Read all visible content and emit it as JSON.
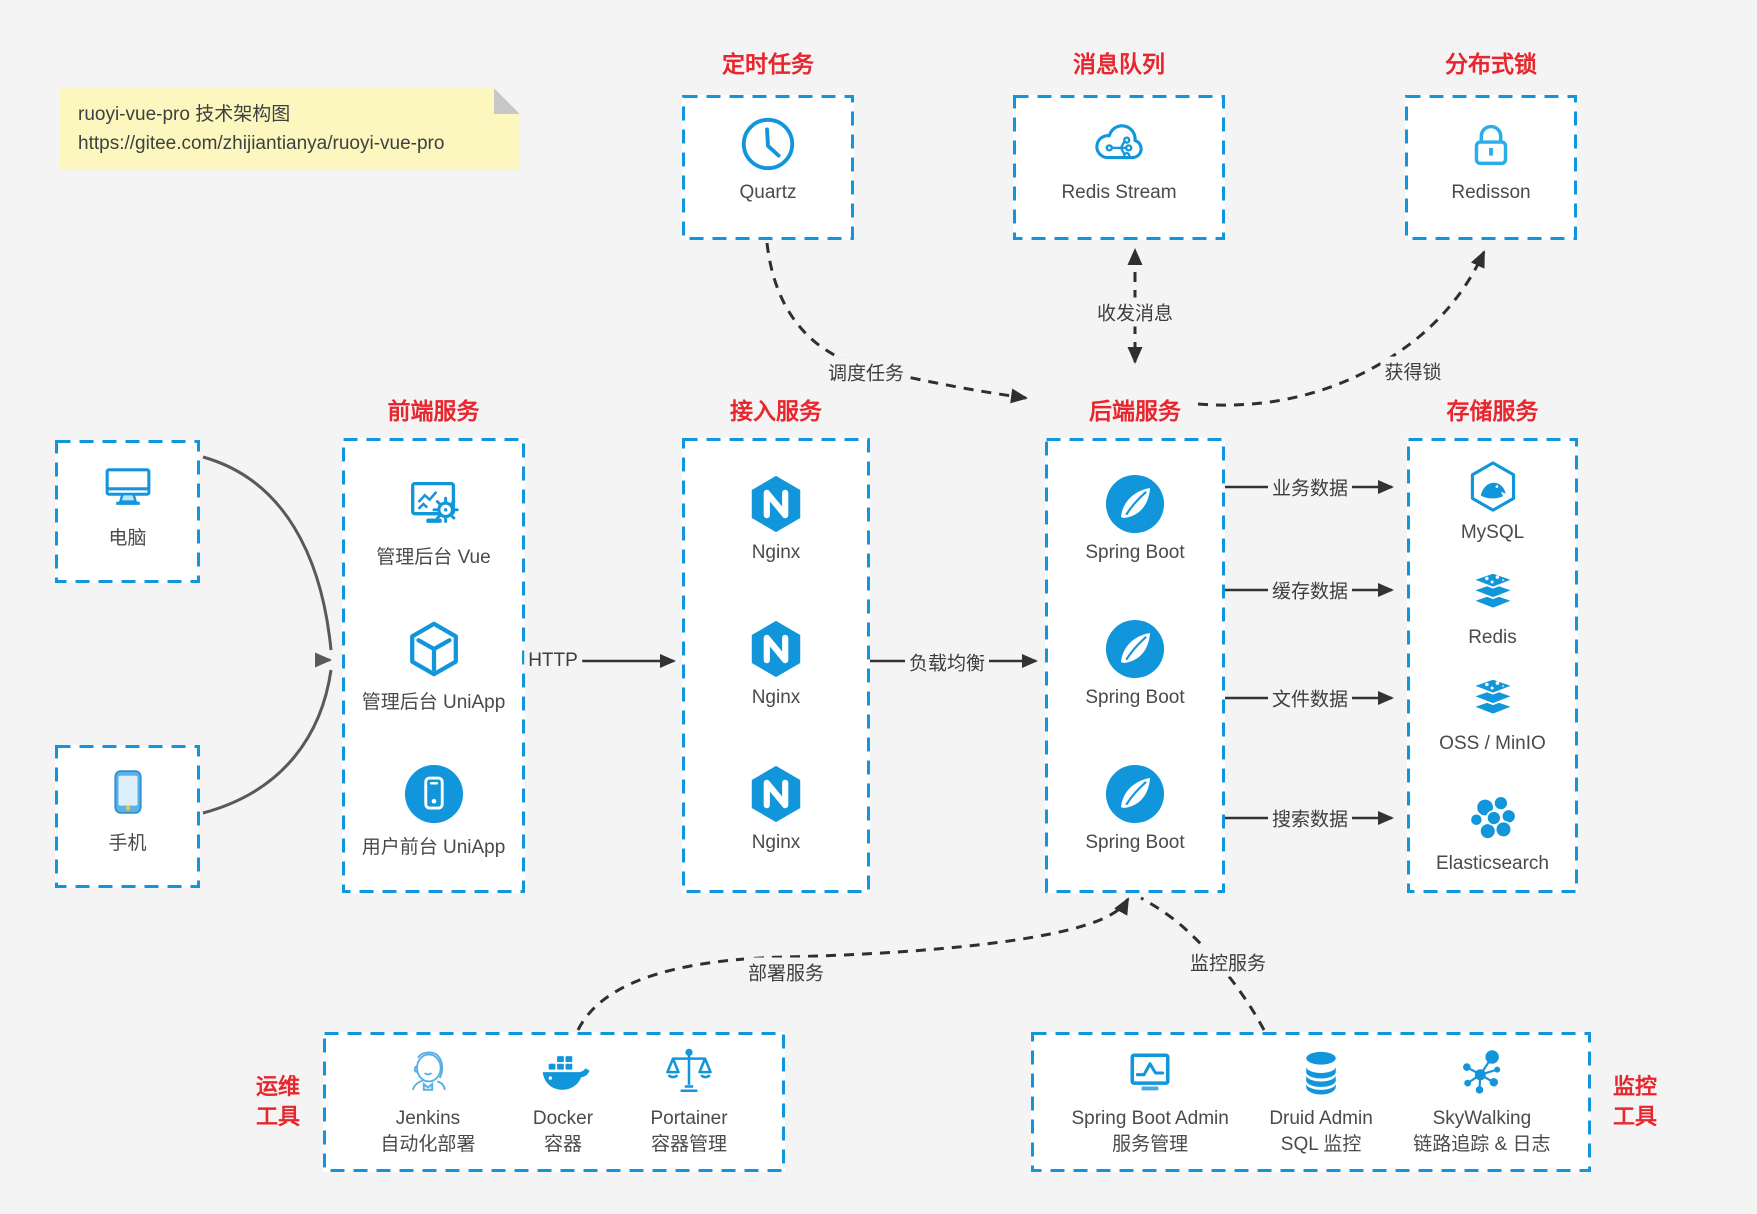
{
  "colors": {
    "background": "#f4f4f4",
    "accent_blue": "#1296db",
    "title_red": "#e8262d",
    "note_yellow": "#fbf7be",
    "arrow_dark": "#333333"
  },
  "note": {
    "line1": "ruoyi-vue-pro 技术架构图",
    "line2": "https://gitee.com/zhijiantianya/ruoyi-vue-pro"
  },
  "top_groups": [
    {
      "title": "定时任务",
      "label": "Quartz",
      "icon": "clock-icon"
    },
    {
      "title": "消息队列",
      "label": "Redis Stream",
      "icon": "cloud-stream-icon"
    },
    {
      "title": "分布式锁",
      "label": "Redisson",
      "icon": "lock-icon"
    }
  ],
  "clients": [
    {
      "label": "电脑",
      "icon": "desktop-icon"
    },
    {
      "label": "手机",
      "icon": "smartphone-icon"
    }
  ],
  "columns": [
    {
      "title": "前端服务",
      "items": [
        {
          "label": "管理后台 Vue",
          "icon": "admin-vue-icon"
        },
        {
          "label": "管理后台 UniApp",
          "icon": "uniapp-cube-icon"
        },
        {
          "label": "用户前台 UniApp",
          "icon": "user-app-icon"
        }
      ]
    },
    {
      "title": "接入服务",
      "items": [
        {
          "label": "Nginx",
          "icon": "nginx-icon"
        },
        {
          "label": "Nginx",
          "icon": "nginx-icon"
        },
        {
          "label": "Nginx",
          "icon": "nginx-icon"
        }
      ]
    },
    {
      "title": "后端服务",
      "items": [
        {
          "label": "Spring Boot",
          "icon": "spring-boot-icon"
        },
        {
          "label": "Spring Boot",
          "icon": "spring-boot-icon"
        },
        {
          "label": "Spring Boot",
          "icon": "spring-boot-icon"
        }
      ]
    },
    {
      "title": "存储服务",
      "items": [
        {
          "label": "MySQL",
          "icon": "mysql-icon"
        },
        {
          "label": "Redis",
          "icon": "redis-stack-icon"
        },
        {
          "label": "OSS / MinIO",
          "icon": "storage-stack-icon"
        },
        {
          "label": "Elasticsearch",
          "icon": "elasticsearch-icon"
        }
      ]
    }
  ],
  "bottom_groups": [
    {
      "side_label_line1": "运维",
      "side_label_line2": "工具",
      "items": [
        {
          "name": "Jenkins",
          "desc": "自动化部署",
          "icon": "jenkins-icon"
        },
        {
          "name": "Docker",
          "desc": "容器",
          "icon": "docker-icon"
        },
        {
          "name": "Portainer",
          "desc": "容器管理",
          "icon": "portainer-icon"
        }
      ]
    },
    {
      "side_label_line1": "监控",
      "side_label_line2": "工具",
      "items": [
        {
          "name": "Spring Boot Admin",
          "desc": "服务管理",
          "icon": "monitor-chart-icon"
        },
        {
          "name": "Druid Admin",
          "desc": "SQL 监控",
          "icon": "database-icon"
        },
        {
          "name": "SkyWalking",
          "desc": "链路追踪 & 日志",
          "icon": "topology-icon"
        }
      ]
    }
  ],
  "edge_labels": {
    "schedule": "调度任务",
    "message": "收发消息",
    "lock": "获得锁",
    "http": "HTTP",
    "load_balance": "负载均衡",
    "business_data": "业务数据",
    "cache_data": "缓存数据",
    "file_data": "文件数据",
    "search_data": "搜索数据",
    "deploy": "部署服务",
    "monitor": "监控服务"
  }
}
